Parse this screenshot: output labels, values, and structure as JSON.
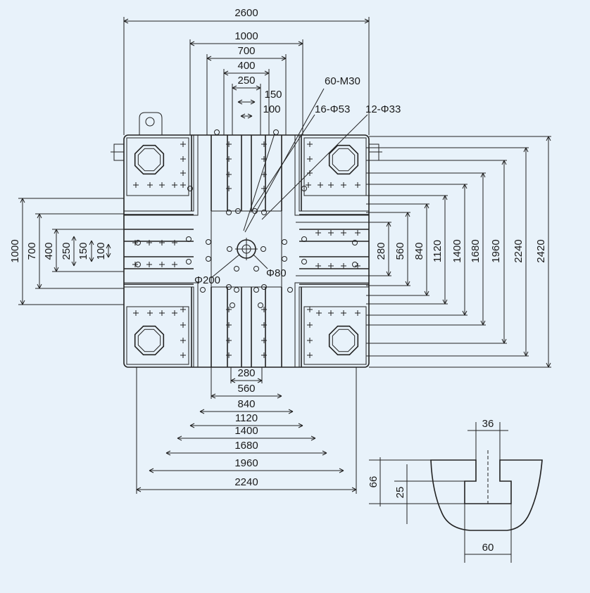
{
  "colors": {
    "background": "#e8f2fa",
    "line": "#222222",
    "fill": "#ffffff"
  },
  "top_dims": [
    "2600",
    "1000",
    "700",
    "400",
    "250",
    "150",
    "100"
  ],
  "bottom_dims": [
    "280",
    "560",
    "840",
    "1120",
    "1400",
    "1680",
    "1960",
    "2240"
  ],
  "left_dims": [
    "1000",
    "700",
    "400",
    "250",
    "150",
    "100"
  ],
  "right_dims": [
    "280",
    "560",
    "840",
    "1120",
    "1400",
    "1680",
    "1960",
    "2240",
    "2420"
  ],
  "callouts": {
    "m30": "60-M30",
    "phi53": "16-Φ53",
    "phi33": "12-Φ33",
    "phi200": "Φ200",
    "phi80": "Φ80"
  },
  "detail_dims": {
    "top": "36",
    "left_outer": "66",
    "left_inner": "25",
    "bottom": "60"
  }
}
